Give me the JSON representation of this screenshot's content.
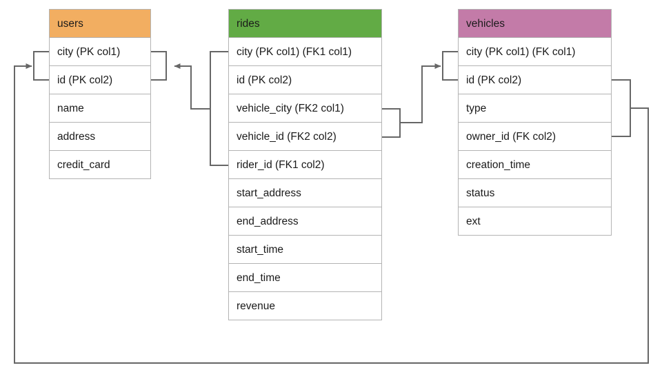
{
  "diagram": {
    "title": "Database schema relationship diagram",
    "type": "entity-relationship-diagram",
    "background_color": "#ffffff",
    "connector_color": "#666666"
  },
  "entities": [
    {
      "id": "users",
      "name": "users",
      "header_color": "#F2AE61",
      "columns": [
        {
          "label": "city (PK col1)"
        },
        {
          "label": "id (PK col2)"
        },
        {
          "label": "name"
        },
        {
          "label": "address"
        },
        {
          "label": "credit_card"
        }
      ]
    },
    {
      "id": "rides",
      "name": "rides",
      "header_color": "#62AB45",
      "columns": [
        {
          "label": "city (PK col1) (FK1 col1)"
        },
        {
          "label": "id (PK col2)"
        },
        {
          "label": "vehicle_city (FK2 col1)"
        },
        {
          "label": "vehicle_id (FK2 col2)"
        },
        {
          "label": "rider_id (FK1 col2)"
        },
        {
          "label": "start_address"
        },
        {
          "label": "end_address"
        },
        {
          "label": "start_time"
        },
        {
          "label": "end_time"
        },
        {
          "label": "revenue"
        }
      ]
    },
    {
      "id": "vehicles",
      "name": "vehicles",
      "header_color": "#C37BA8",
      "columns": [
        {
          "label": "city (PK col1) (FK col1)"
        },
        {
          "label": "id (PK col2)"
        },
        {
          "label": "type"
        },
        {
          "label": "owner_id (FK col2)"
        },
        {
          "label": "creation_time"
        },
        {
          "label": "status"
        },
        {
          "label": "ext"
        }
      ]
    }
  ],
  "relationships": [
    {
      "id": "rides-fk1-users",
      "from": "rides",
      "to": "users",
      "from_columns": [
        "city (PK col1) (FK1 col1)",
        "rider_id (FK1 col2)"
      ],
      "to_columns": [
        "city (PK col1)",
        "id (PK col2)"
      ],
      "arrow": "to-users"
    },
    {
      "id": "rides-fk2-vehicles",
      "from": "rides",
      "to": "vehicles",
      "from_columns": [
        "vehicle_city (FK2 col1)",
        "vehicle_id (FK2 col2)"
      ],
      "to_columns": [
        "city (PK col1) (FK col1)",
        "id (PK col2)"
      ],
      "arrow": "to-vehicles"
    },
    {
      "id": "vehicles-fk-users",
      "from": "vehicles",
      "to": "users",
      "from_columns": [
        "id (PK col2)",
        "owner_id (FK col2)"
      ],
      "to_columns": [
        "city (PK col1)",
        "id (PK col2)"
      ],
      "arrow": "to-users"
    }
  ]
}
